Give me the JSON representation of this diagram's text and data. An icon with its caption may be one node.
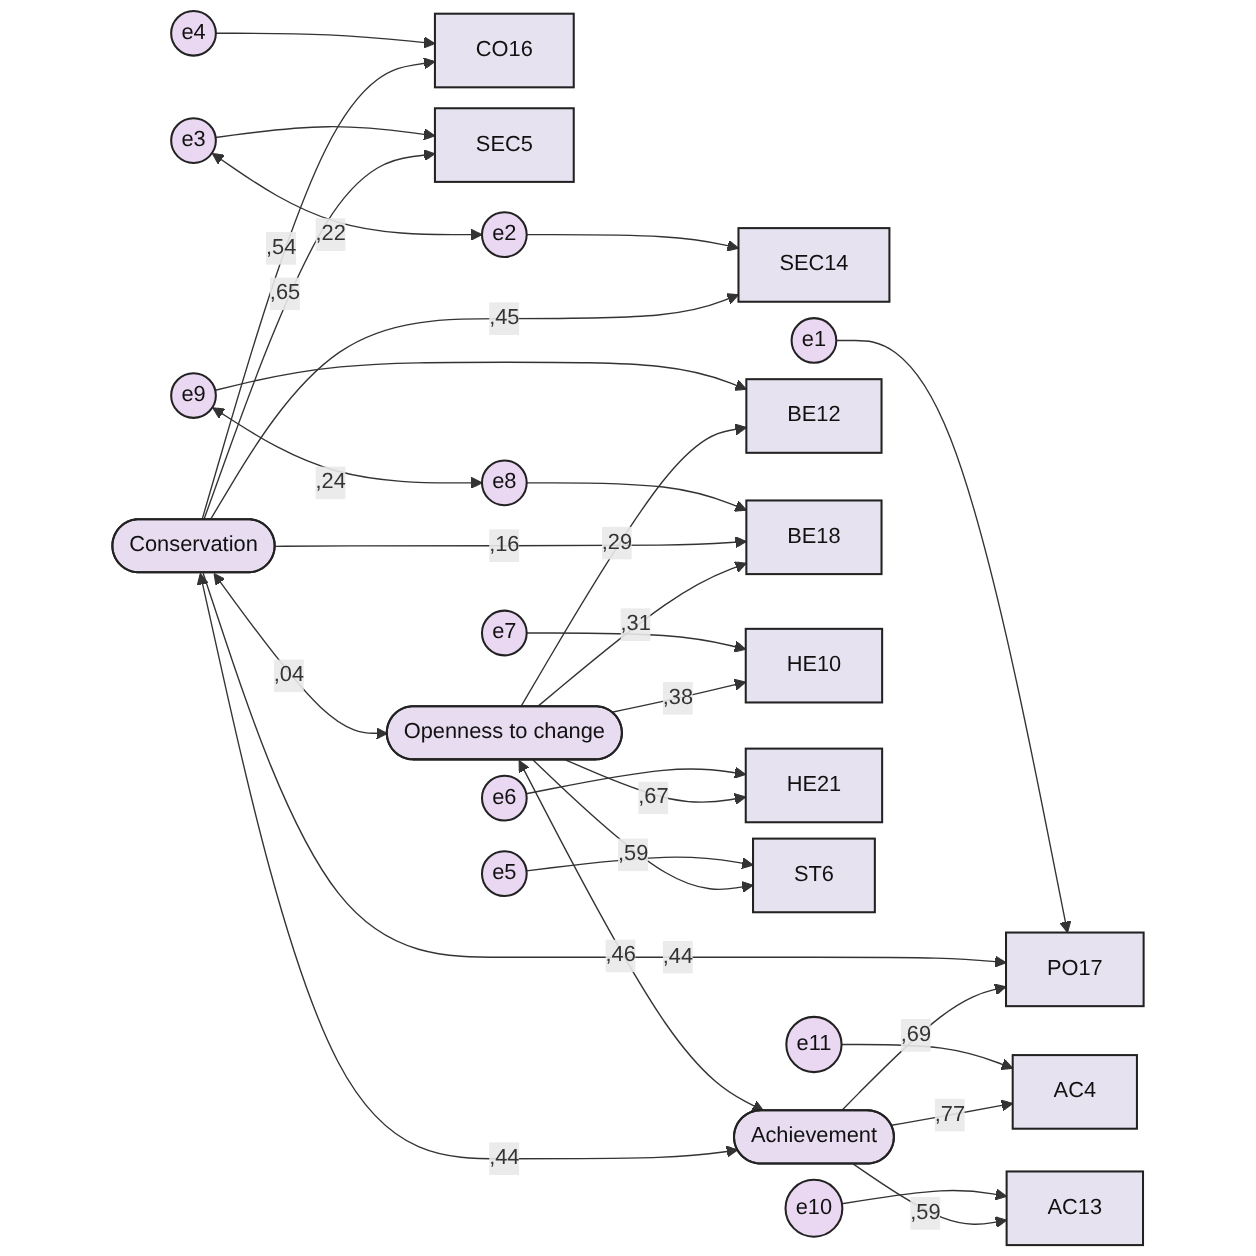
{
  "diagram": {
    "nodes": [
      {
        "text": [
          "e4"
        ]
      },
      {
        "text": [
          "CO16"
        ]
      },
      {
        "text": [
          "e3"
        ]
      },
      {
        "text": [
          "SEC5"
        ]
      },
      {
        "text": [
          "e2"
        ]
      },
      {
        "text": [
          "SEC14"
        ]
      },
      {
        "text": [
          "e1"
        ]
      },
      {
        "text": [
          "PO17"
        ]
      },
      {
        "text": [
          "e9"
        ]
      },
      {
        "text": [
          "BE12"
        ]
      },
      {
        "text": [
          "e8"
        ]
      },
      {
        "text": [
          "BE18"
        ]
      },
      {
        "text": [
          "e7"
        ]
      },
      {
        "text": [
          "HE10"
        ]
      },
      {
        "text": [
          "e6"
        ]
      },
      {
        "text": [
          "HE21"
        ]
      },
      {
        "text": [
          "e5"
        ]
      },
      {
        "text": [
          "ST6"
        ]
      },
      {
        "text": [
          "e11"
        ]
      },
      {
        "text": [
          "AC4"
        ]
      },
      {
        "text": [
          "e10"
        ]
      },
      {
        "text": [
          "AC13"
        ]
      },
      {
        "text": [
          "Conservation"
        ]
      },
      {
        "text": [
          "Openness to change"
        ]
      },
      {
        "text": [
          "Achievement"
        ]
      }
    ],
    "edges": [
      {
        "from": 0,
        "to": 1,
        "arrow": "to"
      },
      {
        "from": 2,
        "to": 3,
        "arrow": "to"
      },
      {
        "from": 4,
        "to": 5,
        "arrow": "to"
      },
      {
        "from": 6,
        "to": 7,
        "arrow": "to"
      },
      {
        "from": 8,
        "to": 9,
        "arrow": "to"
      },
      {
        "from": 10,
        "to": 11,
        "arrow": "to"
      },
      {
        "from": 12,
        "to": 13,
        "arrow": "to"
      },
      {
        "from": 14,
        "to": 15,
        "arrow": "to"
      },
      {
        "from": 16,
        "to": 17,
        "arrow": "to"
      },
      {
        "from": 18,
        "to": 19,
        "arrow": "to"
      },
      {
        "from": 20,
        "to": 21,
        "arrow": "to"
      },
      {
        "from": 2,
        "to": 4,
        "arrow": "both",
        "label": ",22"
      },
      {
        "from": 8,
        "to": 10,
        "arrow": "both",
        "label": ",24"
      },
      {
        "from": 22,
        "to": 1,
        "arrow": "to",
        "label": ",54"
      },
      {
        "from": 22,
        "to": 3,
        "arrow": "to",
        "label": ",65"
      },
      {
        "from": 22,
        "to": 5,
        "arrow": "to",
        "label": ",45"
      },
      {
        "from": 22,
        "to": 7,
        "arrow": "to",
        "label": ",44"
      },
      {
        "from": 22,
        "to": 11,
        "arrow": "to",
        "label": ",16"
      },
      {
        "from": 23,
        "to": 9,
        "arrow": "to",
        "label": ",29"
      },
      {
        "from": 23,
        "to": 11,
        "arrow": "to",
        "label": ",31"
      },
      {
        "from": 23,
        "to": 13,
        "arrow": "to",
        "label": ",38"
      },
      {
        "from": 23,
        "to": 15,
        "arrow": "to",
        "label": ",67"
      },
      {
        "from": 23,
        "to": 17,
        "arrow": "to",
        "label": ",59"
      },
      {
        "from": 24,
        "to": 7,
        "arrow": "to",
        "label": ",69"
      },
      {
        "from": 24,
        "to": 19,
        "arrow": "to",
        "label": ",77"
      },
      {
        "from": 24,
        "to": 21,
        "arrow": "to",
        "label": ",59"
      },
      {
        "from": 22,
        "to": 23,
        "arrow": "both",
        "label": ",04"
      },
      {
        "from": 23,
        "to": 24,
        "arrow": "both",
        "label": ",46"
      },
      {
        "from": 22,
        "to": 24,
        "arrow": "both",
        "label": ",44"
      }
    ]
  }
}
